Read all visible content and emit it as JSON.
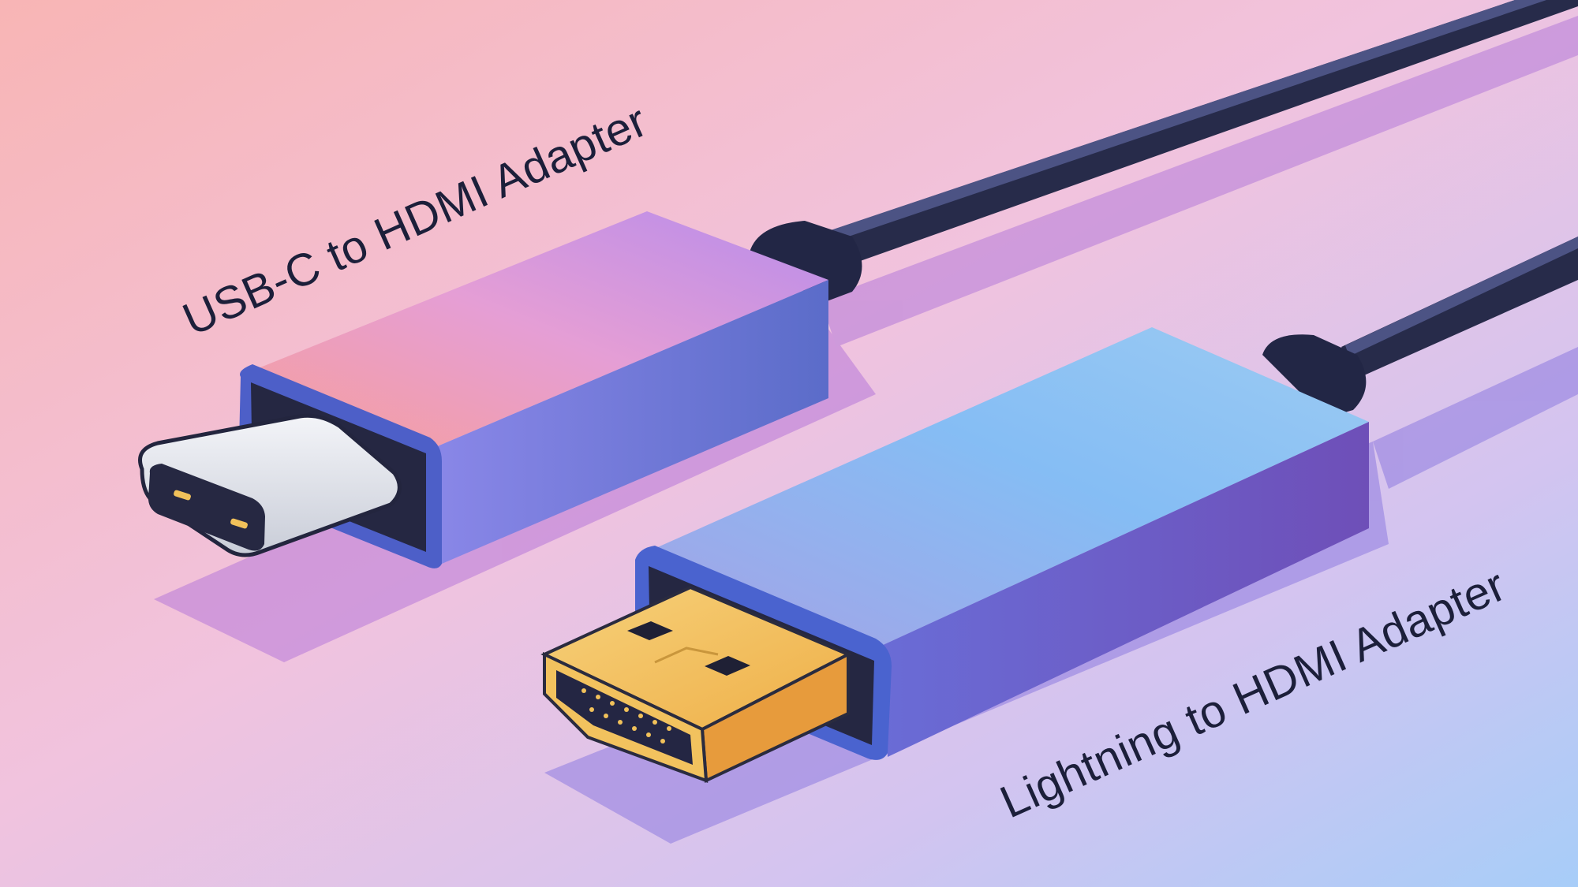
{
  "labels": {
    "usb_c": "USB-C to HDMI Adapter",
    "lightning": "Lightning to HDMI Adapter"
  },
  "colors": {
    "background_top_left": "#F8B4B8",
    "background_bottom_right": "#A9CDF7",
    "cable": "#272B4A",
    "cable_highlight": "#4C5384",
    "gold_plug": "#F2C25E",
    "silver_plug": "#E9ECF2",
    "text": "#1C1F3A"
  },
  "icons": [
    "usb-c-adapter",
    "hdmi-plug-adapter",
    "cable"
  ]
}
